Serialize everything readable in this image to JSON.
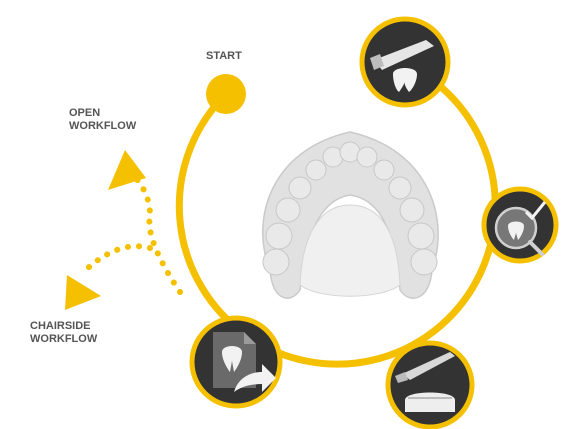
{
  "labels": {
    "start": "START",
    "open_workflow": [
      "OPEN",
      "WORKFLOW"
    ],
    "chairside_workflow": [
      "CHAIRSIDE",
      "WORKFLOW"
    ]
  },
  "colors": {
    "ring": "#f5c000",
    "node_fill": "#333333",
    "node_border": "#f5c000",
    "label_text": "#555555",
    "icon_light": "#e6e6e6"
  },
  "steps": [
    {
      "id": "scan",
      "icon": "scanner-wand-with-tooth-icon"
    },
    {
      "id": "inspect",
      "icon": "magnifier-tooth-check-icon"
    },
    {
      "id": "mill",
      "icon": "scalpel-over-dental-model-icon"
    },
    {
      "id": "export",
      "icon": "tooth-file-export-arrow-icon"
    }
  ],
  "central_image": "upper-jaw-dental-arch-model"
}
